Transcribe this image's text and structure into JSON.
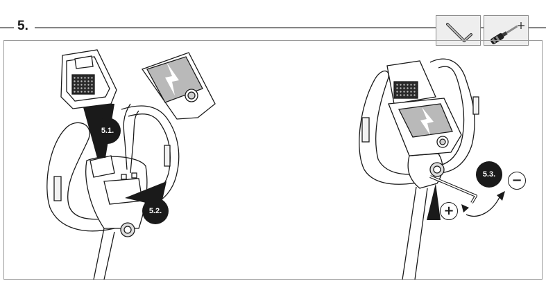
{
  "step": {
    "number": "5."
  },
  "tools": [
    {
      "name": "allen-key-icon"
    },
    {
      "name": "screwdriver-icon"
    }
  ],
  "callouts": {
    "step_5_1": "5.1.",
    "step_5_2": "5.2.",
    "step_5_3": "5.3."
  },
  "rotation": {
    "plus_label": "+",
    "minus_label": "−"
  }
}
